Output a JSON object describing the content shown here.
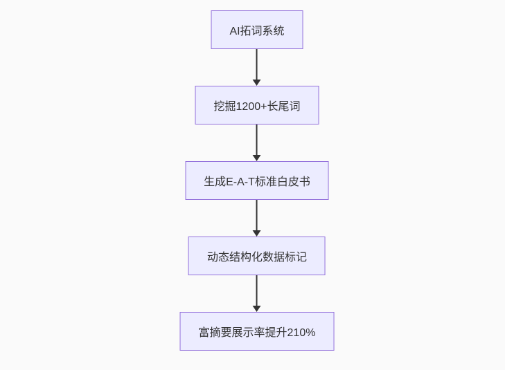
{
  "flowchart": {
    "nodes": [
      {
        "label": "AI拓词系统"
      },
      {
        "label": "挖掘1200+长尾词"
      },
      {
        "label": "生成E-A-T标准白皮书"
      },
      {
        "label": "动态结构化数据标记"
      },
      {
        "label": "富摘要展示率提升210%"
      }
    ],
    "colors": {
      "node_fill": "#ECECFF",
      "node_border": "#9370DB",
      "arrow": "#333333",
      "text": "#333333",
      "background": "#fafafa"
    }
  }
}
